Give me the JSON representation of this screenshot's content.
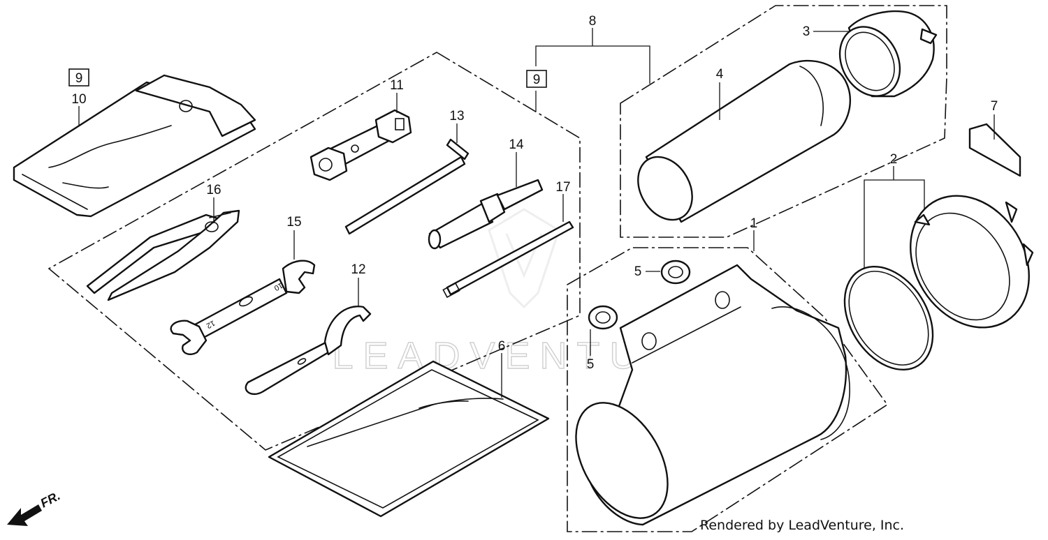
{
  "watermark": {
    "brand": "LEADVENTURE"
  },
  "footer": {
    "credit": "Rendered by LeadVenture, Inc."
  },
  "direction": {
    "label": "FR."
  },
  "callouts": {
    "c1": "1",
    "c2": "2",
    "c3": "3",
    "c4": "4",
    "c5a": "5",
    "c5b": "5",
    "c6": "6",
    "c7": "7",
    "c8": "8",
    "c9a": "9",
    "c9b": "9",
    "c10": "10",
    "c11": "11",
    "c12": "12",
    "c13": "13",
    "c14": "14",
    "c15": "15",
    "c16": "16",
    "c17": "17"
  },
  "wrench_marks": {
    "size_a": "12",
    "size_b": "10"
  }
}
